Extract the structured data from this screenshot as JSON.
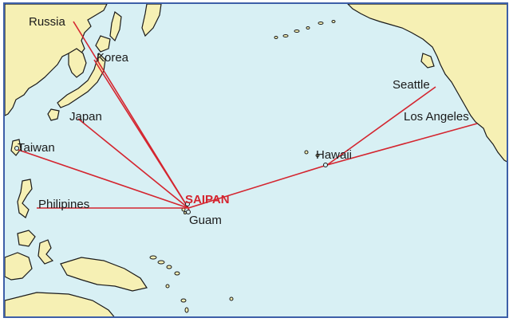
{
  "map": {
    "colors": {
      "ocean": "#d8f0f4",
      "land": "#f6f0b4",
      "coast": "#1a1a1a",
      "route": "#d4252f",
      "frame": "#3d5fa8"
    },
    "hub": {
      "id": "saipan",
      "name": "SAIPAN"
    },
    "places": [
      {
        "id": "russia",
        "name": "Russia"
      },
      {
        "id": "korea",
        "name": "Korea"
      },
      {
        "id": "japan",
        "name": "Japan"
      },
      {
        "id": "taiwan",
        "name": "Taiwan"
      },
      {
        "id": "philippines",
        "name": "Philipines"
      },
      {
        "id": "guam",
        "name": "Guam"
      },
      {
        "id": "hawaii",
        "name": "Hawaii"
      },
      {
        "id": "seattle",
        "name": "Seattle"
      },
      {
        "id": "los-angeles",
        "name": "Los Angeles"
      }
    ],
    "routes": [
      "russia",
      "korea",
      "japan",
      "taiwan",
      "philippines",
      "guam",
      "hawaii",
      "seattle",
      "los-angeles"
    ]
  }
}
